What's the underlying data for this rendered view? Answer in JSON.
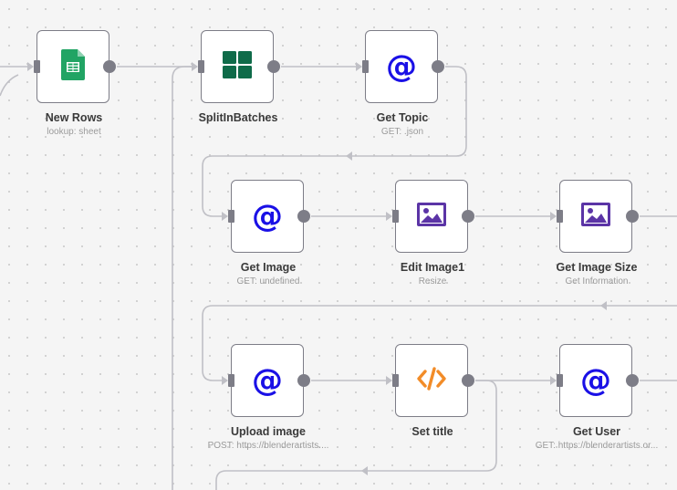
{
  "canvas": {
    "background": "#f5f5f5",
    "wire_color": "#c0c0c6",
    "handle_color": "#7d7d87"
  },
  "nodes": [
    {
      "id": "new-rows",
      "name": "New Rows",
      "subtitle": "lookup: sheet",
      "icon": "google-sheets-icon",
      "icon_color": "#21a464"
    },
    {
      "id": "split-in-batches",
      "name": "SplitInBatches",
      "subtitle": "",
      "icon": "grid-icon",
      "icon_color": "#0f6b49"
    },
    {
      "id": "get-topic",
      "name": "Get Topic",
      "subtitle": "GET: .json",
      "icon": "at-icon",
      "icon_color": "#1a10e6"
    },
    {
      "id": "get-image",
      "name": "Get Image",
      "subtitle": "GET: undefined",
      "icon": "at-icon",
      "icon_color": "#1a10e6"
    },
    {
      "id": "edit-image1",
      "name": "Edit Image1",
      "subtitle": "Resize",
      "icon": "image-icon",
      "icon_color": "#5b34a6"
    },
    {
      "id": "get-image-size",
      "name": "Get Image Size",
      "subtitle": "Get Information",
      "icon": "image-icon",
      "icon_color": "#5b34a6"
    },
    {
      "id": "upload-image",
      "name": "Upload image",
      "subtitle": "POST: https://blenderartists....",
      "icon": "at-icon",
      "icon_color": "#1a10e6"
    },
    {
      "id": "set-title",
      "name": "Set title",
      "subtitle": "",
      "icon": "code-icon",
      "icon_color": "#f28c28"
    },
    {
      "id": "get-user",
      "name": "Get User",
      "subtitle": "GET: https://blenderartists.or...",
      "icon": "at-icon",
      "icon_color": "#1a10e6"
    }
  ]
}
